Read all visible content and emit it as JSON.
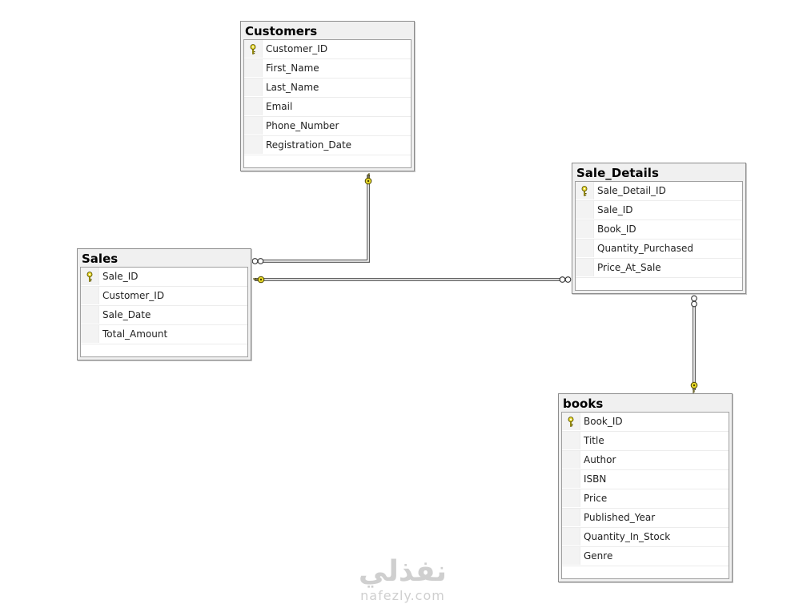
{
  "tables": [
    {
      "id": "customers",
      "title": "Customers",
      "columns": [
        {
          "name": "Customer_ID",
          "primary_key": true
        },
        {
          "name": "First_Name",
          "primary_key": false
        },
        {
          "name": "Last_Name",
          "primary_key": false
        },
        {
          "name": "Email",
          "primary_key": false
        },
        {
          "name": "Phone_Number",
          "primary_key": false
        },
        {
          "name": "Registration_Date",
          "primary_key": false
        }
      ]
    },
    {
      "id": "sales",
      "title": "Sales",
      "columns": [
        {
          "name": "Sale_ID",
          "primary_key": true
        },
        {
          "name": "Customer_ID",
          "primary_key": false
        },
        {
          "name": "Sale_Date",
          "primary_key": false
        },
        {
          "name": "Total_Amount",
          "primary_key": false
        }
      ]
    },
    {
      "id": "sale_details",
      "title": "Sale_Details",
      "columns": [
        {
          "name": "Sale_Detail_ID",
          "primary_key": true
        },
        {
          "name": "Sale_ID",
          "primary_key": false
        },
        {
          "name": "Book_ID",
          "primary_key": false
        },
        {
          "name": "Quantity_Purchased",
          "primary_key": false
        },
        {
          "name": "Price_At_Sale",
          "primary_key": false
        }
      ]
    },
    {
      "id": "books",
      "title": "books",
      "columns": [
        {
          "name": "Book_ID",
          "primary_key": true
        },
        {
          "name": "Title",
          "primary_key": false
        },
        {
          "name": "Author",
          "primary_key": false
        },
        {
          "name": "ISBN",
          "primary_key": false
        },
        {
          "name": "Price",
          "primary_key": false
        },
        {
          "name": "Published_Year",
          "primary_key": false
        },
        {
          "name": "Quantity_In_Stock",
          "primary_key": false
        },
        {
          "name": "Genre",
          "primary_key": false
        }
      ]
    }
  ],
  "relationships": [
    {
      "one": "customers",
      "many": "sales"
    },
    {
      "one": "sales",
      "many": "sale_details"
    },
    {
      "one": "books",
      "many": "sale_details"
    }
  ],
  "colors": {
    "key_icon": "#e8d92a",
    "connector": "#606060",
    "title_bar": "#f0f0f0",
    "border": "#8c8c8c"
  },
  "watermark": {
    "arabic": "نفذلي",
    "latin": "nafezly.com"
  }
}
